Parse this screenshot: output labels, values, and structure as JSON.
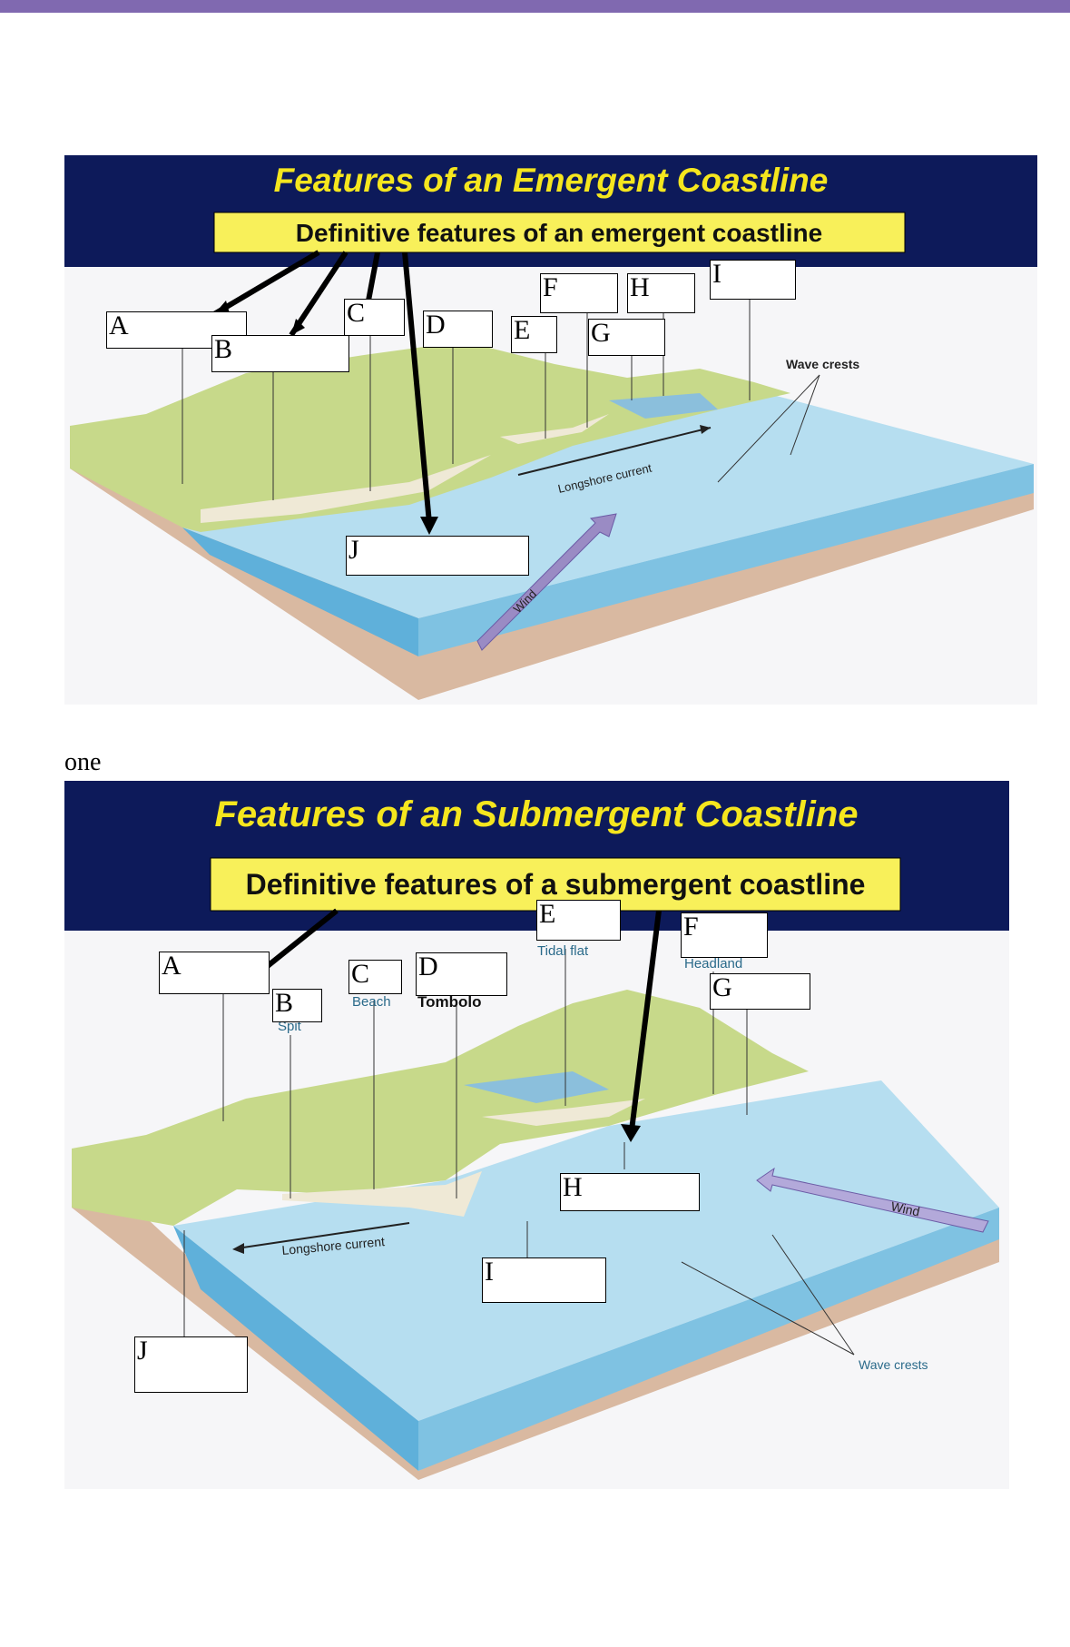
{
  "top_diagram": {
    "title": "Features of an Emergent Coastline",
    "subtitle": "Definitive features of an emergent coastline",
    "labels": [
      "A",
      "B",
      "C",
      "D",
      "E",
      "F",
      "G",
      "H",
      "I",
      "J"
    ],
    "annotations": {
      "wave_crests": "Wave crests",
      "longshore_current": "Longshore current",
      "wind": "Wind"
    }
  },
  "between_text": "one",
  "bottom_diagram": {
    "title": "Features of an Submergent Coastline",
    "subtitle": "Definitive features of a submergent coastline",
    "labels": [
      "A",
      "B",
      "C",
      "D",
      "E",
      "F",
      "G",
      "H",
      "I",
      "J"
    ],
    "annotations": {
      "tidal_flat": "Tidal flat",
      "headland": "Headland",
      "spit": "Spit",
      "beach": "Beach",
      "tombolo": "Tombolo",
      "longshore_current": "Longshore current",
      "wind": "Wind",
      "wave_crests": "Wave crests"
    }
  },
  "colors": {
    "title_band": "#0d1a5a",
    "title_text": "#f5e61e",
    "subtitle_box": "#f8f05a",
    "topbar": "#8069b0",
    "land": "#c7d98a",
    "water": "#a9d8ec"
  }
}
